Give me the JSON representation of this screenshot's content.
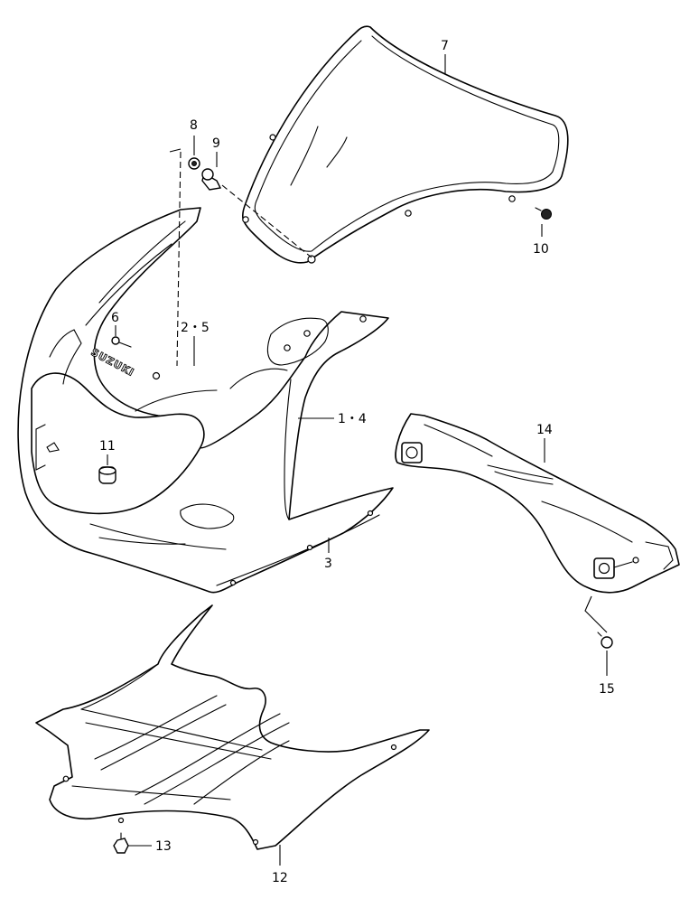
{
  "brand_text": "SUZUKI",
  "callouts": [
    {
      "id": "c1",
      "label": "1・4"
    },
    {
      "id": "c2",
      "label": "2・5"
    },
    {
      "id": "c3",
      "label": "3"
    },
    {
      "id": "c6",
      "label": "6"
    },
    {
      "id": "c7",
      "label": "7"
    },
    {
      "id": "c8",
      "label": "8"
    },
    {
      "id": "c9",
      "label": "9"
    },
    {
      "id": "c10",
      "label": "10"
    },
    {
      "id": "c11",
      "label": "11"
    },
    {
      "id": "c12",
      "label": "12"
    },
    {
      "id": "c13",
      "label": "13"
    },
    {
      "id": "c14",
      "label": "14"
    },
    {
      "id": "c15",
      "label": "15"
    }
  ]
}
